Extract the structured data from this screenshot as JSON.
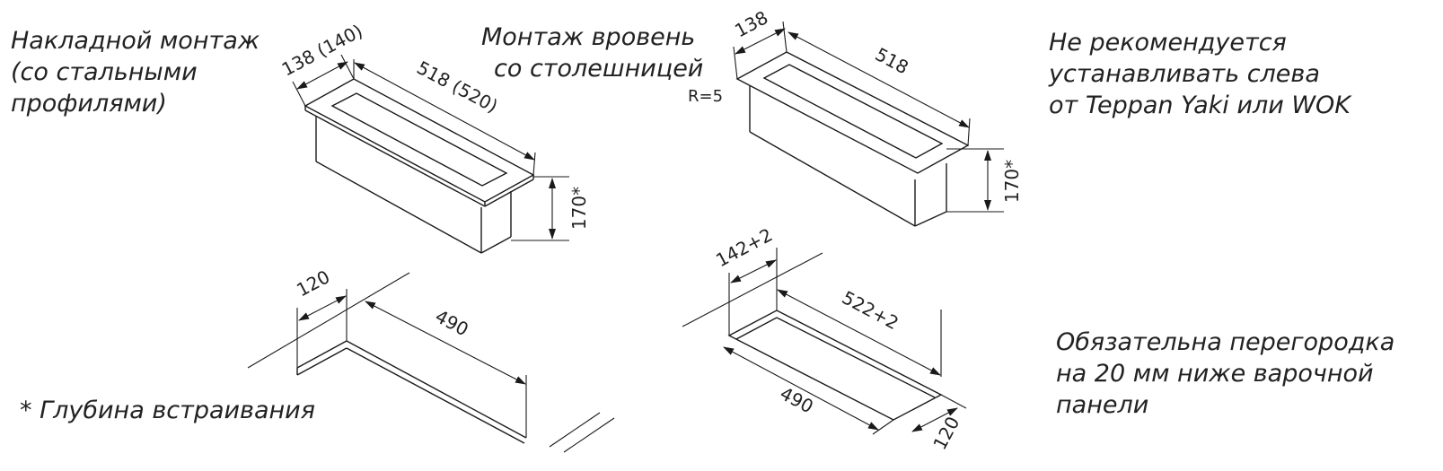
{
  "notes": {
    "surface_mount": [
      "Накладной монтаж",
      "(со стальными",
      "профилями)"
    ],
    "flush_mount": [
      "Монтаж вровень",
      "со столешницей"
    ],
    "not_recommended": [
      "Не рекомендуется",
      "устанавливать слева",
      "от Teppan Yaki или WOK"
    ],
    "partition": [
      "Обязательна перегородка",
      "на 20 мм ниже варочной",
      "панели"
    ],
    "depth_footnote": "* Глубина встраивания"
  },
  "dimensions": {
    "surface_width": "138 (140)",
    "surface_length": "518 (520)",
    "surface_height": "170*",
    "surface_cut_width": "120",
    "surface_cut_length": "490",
    "flush_radius": "R=5",
    "flush_width": "138",
    "flush_length": "518",
    "flush_height": "170*",
    "flush_outer_width": "142+2",
    "flush_outer_length": "522+2",
    "flush_cut_length": "490",
    "flush_cut_width": "120"
  }
}
